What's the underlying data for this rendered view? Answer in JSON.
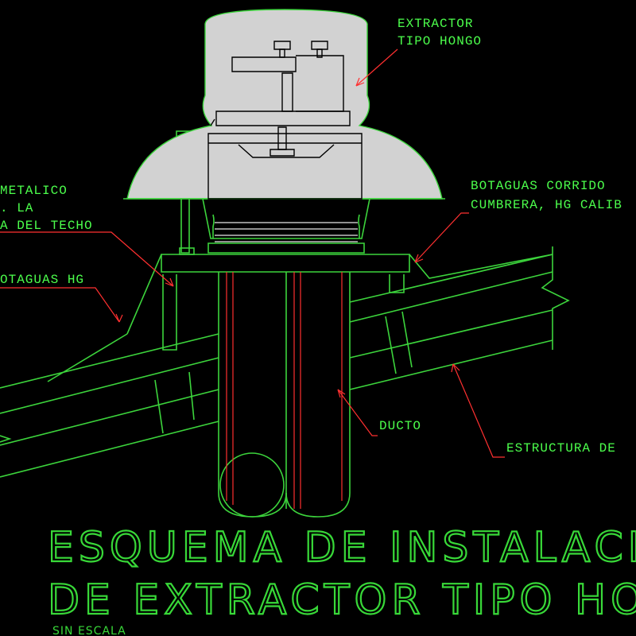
{
  "labels": {
    "extractor_line1": "EXTRACTOR",
    "extractor_line2": "TIPO HONGO",
    "metalico_line1": "METALICO",
    "metalico_line2": ". LA",
    "metalico_line3": "A DEL TECHO",
    "botaguas_hg": "OTAGUAS HG",
    "botaguas_corrido_line1": "BOTAGUAS CORRIDO",
    "botaguas_corrido_line2": "CUMBRERA, HG CALIB",
    "ducto": "DUCTO",
    "estructura": "ESTRUCTURA DE"
  },
  "title": {
    "line1": "ESQUEMA DE INSTALACIO",
    "line2": "DE EXTRACTOR TIPO HO",
    "subtitle": "SIN ESCALA"
  },
  "colors": {
    "background": "#000000",
    "linework": "#3cd43c",
    "leader": "#ff3030",
    "extractor_fill": "#d2d2d2"
  }
}
